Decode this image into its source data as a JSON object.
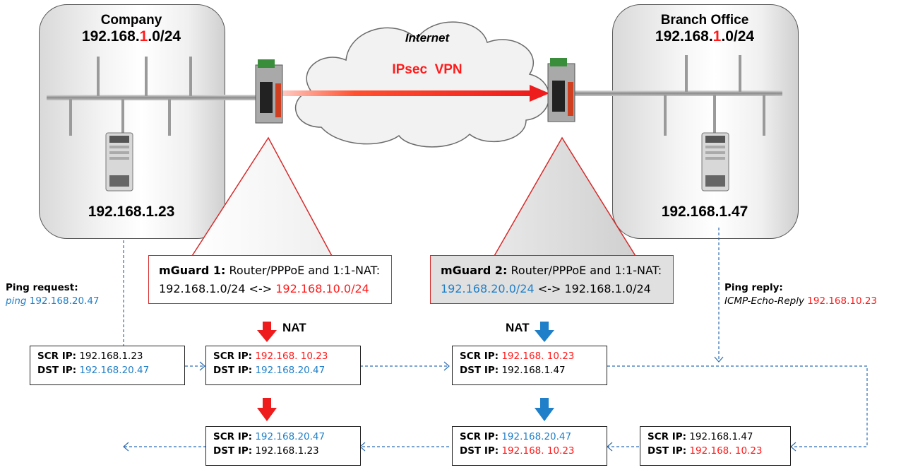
{
  "company": {
    "title": "Company",
    "net_a": "192.168.",
    "net_b": "1",
    "net_c": ".0/24",
    "host": "192.168.1.23"
  },
  "branch": {
    "title": "Branch Office",
    "net_a": "192.168.",
    "net_b": "1",
    "net_c": ".0/24",
    "host": "192.168.1.47"
  },
  "internet": {
    "label": "Internet",
    "vpn": "IPsec  VPN"
  },
  "mguard1": {
    "name": "mGuard 1:",
    "desc": " Router/PPPoE and 1:1-NAT:",
    "left": "192.168.1.0/24",
    "arrow": " <-> ",
    "right": "192.168.10.0/24"
  },
  "mguard2": {
    "name": "mGuard 2:",
    "desc": " Router/PPPoE and 1:1-NAT:",
    "left": "192.168.20.0/24",
    "arrow": " <-> ",
    "right": "192.168.1.0/24"
  },
  "nat_label": "NAT",
  "ping_request": {
    "title": "Ping request:",
    "cmd": "ping",
    "target": " 192.168.20.47"
  },
  "ping_reply": {
    "title": "Ping reply:",
    "cmd": "ICMP-Echo-Reply",
    "target": " 192.168.10.23"
  },
  "labels": {
    "src": "SCR IP:",
    "dst": "DST IP:"
  },
  "packets": {
    "p1": {
      "src": " 192.168.1.23",
      "dst": " 192.168.20.47"
    },
    "p2": {
      "src": " 192.168. 10.23",
      "dst": " 192.168.20.47"
    },
    "p3": {
      "src": " 192.168. 10.23",
      "dst": " 192.168.1.47"
    },
    "p4": {
      "src": " 192.168.1.47",
      "dst": " 192.168. 10.23"
    },
    "p5": {
      "src": " 192.168.20.47",
      "dst": " 192.168. 10.23"
    },
    "p6": {
      "src": " 192.168.20.47",
      "dst": " 192.168.1.23"
    }
  },
  "colors": {
    "red": "#ff1a1a",
    "blue": "#1f7fc8",
    "arrow_red": "#ee1c1c",
    "arrow_blue": "#1f7fc8"
  }
}
